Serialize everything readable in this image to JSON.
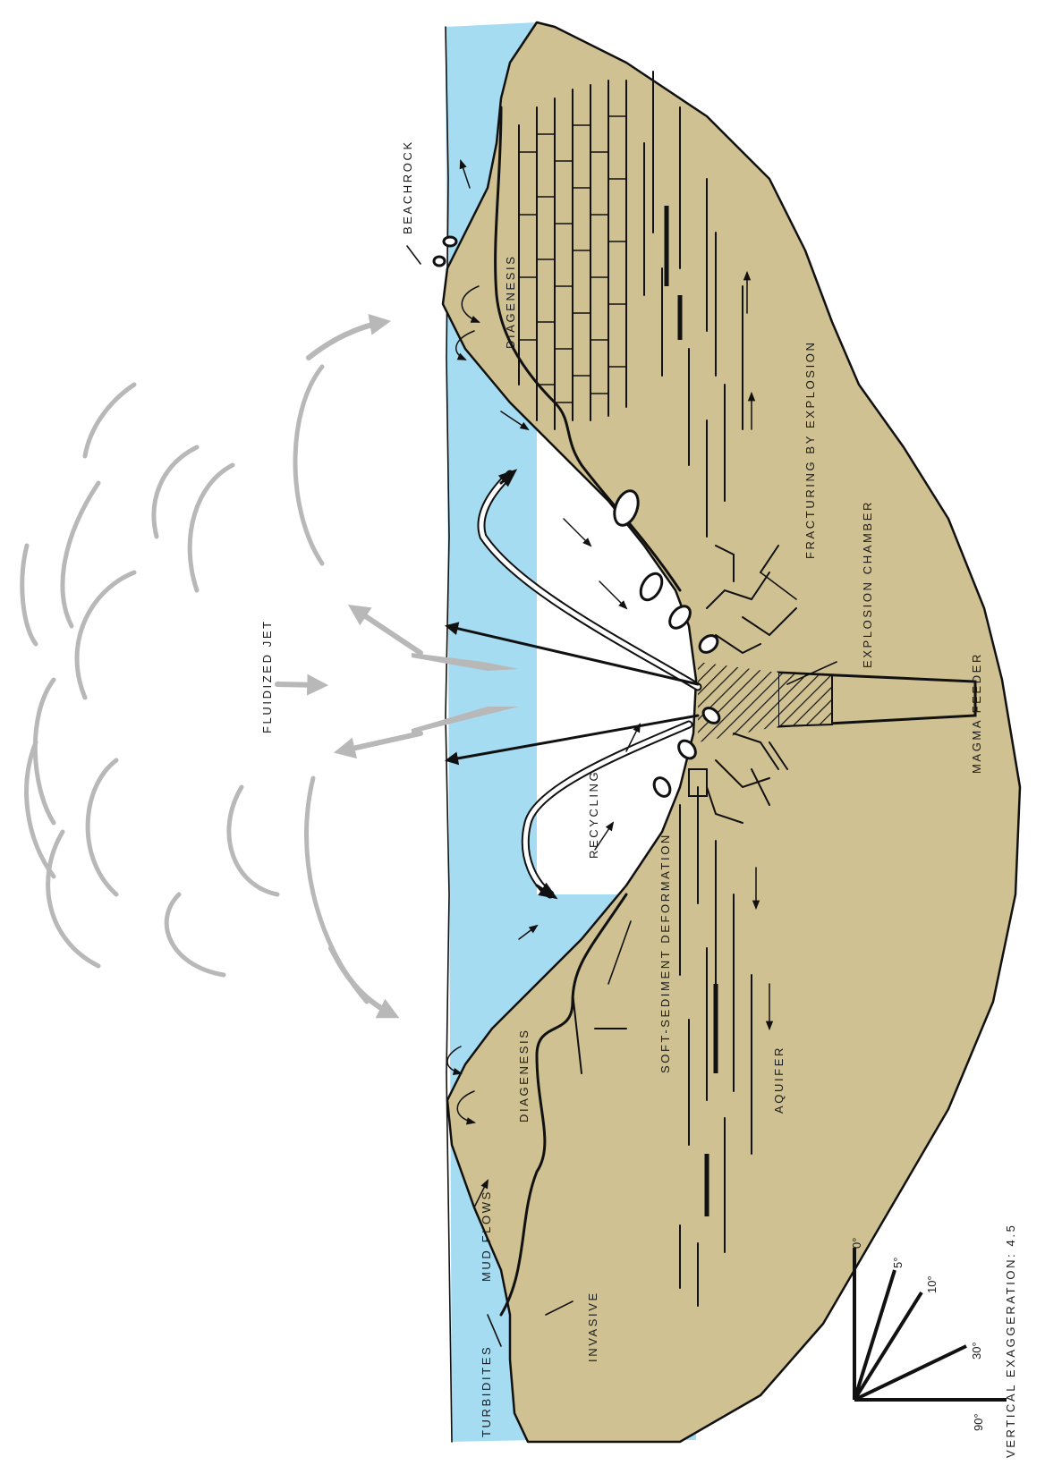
{
  "labels": {
    "fluidized_jet": "FLUIDIZED JET",
    "beachrock": "BEACHROCK",
    "diagenesis_top": "DIAGENESIS",
    "diagenesis_bottom": "DIAGENESIS",
    "fracturing": "FRACTURING BY EXPLOSION",
    "explosion_chamber": "EXPLOSION CHAMBER",
    "magma_feeder": "MAGMA FEEDER",
    "recycling": "RECYCLING",
    "soft_sediment": "SOFT-SEDIMENT DEFORMATION",
    "aquifer": "AQUIFER",
    "turbidites": "TURBIDITES",
    "mud_flows": "MUD FLOWS",
    "invasive": "INVASIVE",
    "vertical_exaggeration": "VERTICAL EXAGGERATION: 4.5"
  },
  "angle_scale": {
    "ticks": [
      "0°",
      "5°",
      "10°",
      "30°",
      "90°"
    ]
  },
  "colors": {
    "water": "#a6dcf2",
    "sediment": "#cfc192",
    "outline": "#111111",
    "jet_gray": "#b8b8b8"
  }
}
